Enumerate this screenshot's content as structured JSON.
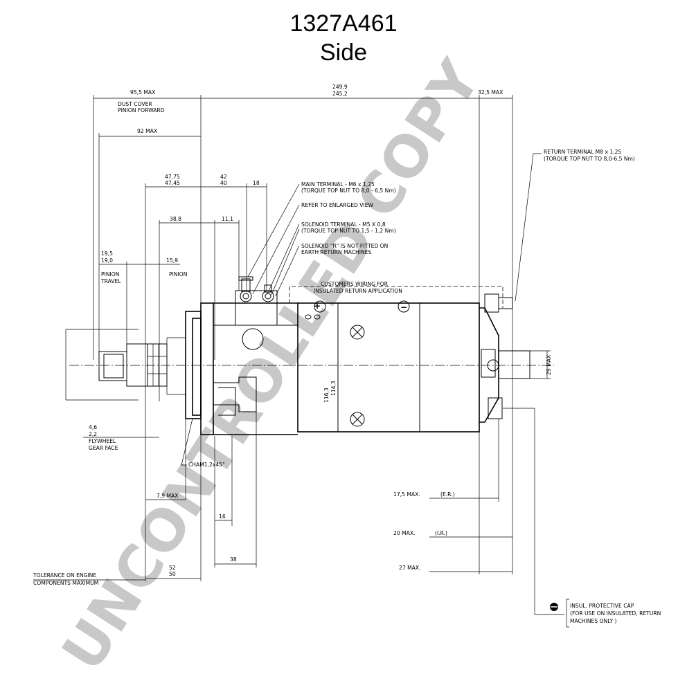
{
  "title": {
    "part_number": "1327A461",
    "view": "Side"
  },
  "watermark": "UNCONTROLLED COPY",
  "dimensions": {
    "overall_length": "249,9",
    "overall_length_alt": "245,2",
    "front_max": "95,5 MAX",
    "rear_max": "32,5 MAX",
    "pinion_max": "92 MAX",
    "d_4775": "47,75",
    "d_4745": "47,45",
    "d_42": "42",
    "d_40": "40",
    "d_18": "18",
    "d_388": "38,8",
    "d_111": "11,1",
    "d_195": "19,5",
    "d_190": "19,0",
    "d_159": "15,9",
    "d_46": "4,6",
    "d_22": "2,2",
    "d_79": "7,9 MAX",
    "d_16": "16",
    "d_38": "38",
    "d_52": "52",
    "d_50": "50",
    "d_175": "17,5 MAX.",
    "d_er": "(E.R.)",
    "d_20": "20 MAX.",
    "d_ir": "(I.R.)",
    "d_27": "27 MAX.",
    "dia_1163": "116,3",
    "dia_1143": "114,3",
    "dia_29": "29 MAX"
  },
  "notes": {
    "dust_cover_1": "DUST COVER",
    "dust_cover_2": "PINION FORWARD",
    "pinion_travel_1": "PINION",
    "pinion_travel_2": "TRAVEL",
    "pinion": "PINION",
    "flywheel_1": "FLYWHEEL",
    "flywheel_2": "GEAR FACE",
    "cham": "CHAM1,2x45°",
    "tolerance_1": "TOLERANCE ON ENGINE",
    "tolerance_2": "COMPONENTS MAXIMUM",
    "main_terminal_1": "MAIN TERMINAL - M6 x 1,25",
    "main_terminal_2": "(TORQUE TOP NUT TO 8,0 - 6,5 Nm)",
    "enlarged": "REFER TO ENLARGED VIEW",
    "solenoid_terminal_1": "SOLENOID TERMINAL - M5 X 0,8",
    "solenoid_terminal_2": "(TORQUE TOP NUT TO 1,5 -  1,2 Nm)",
    "solenoid_r_1": "SOLENOID \"R\" IS NOT FITTED ON",
    "solenoid_r_2": "EARTH RETURN MACHINES",
    "customers_1": "CUSTOMERS WIRING FOR",
    "customers_2": "INSULATED RETURN APPLICATION",
    "return_terminal_1": "RETURN TERMINAL M8 x 1,25",
    "return_terminal_2": "(TORQUE TOP NUT TO 8,0-6,5 Nm)",
    "insul_1": "INSUL. PROTECTIVE CAP",
    "insul_2": "(FOR USE ON INSULATED, RETURN",
    "insul_3": "MACHINES ONLY )",
    "plus": "+",
    "minus": "−"
  }
}
